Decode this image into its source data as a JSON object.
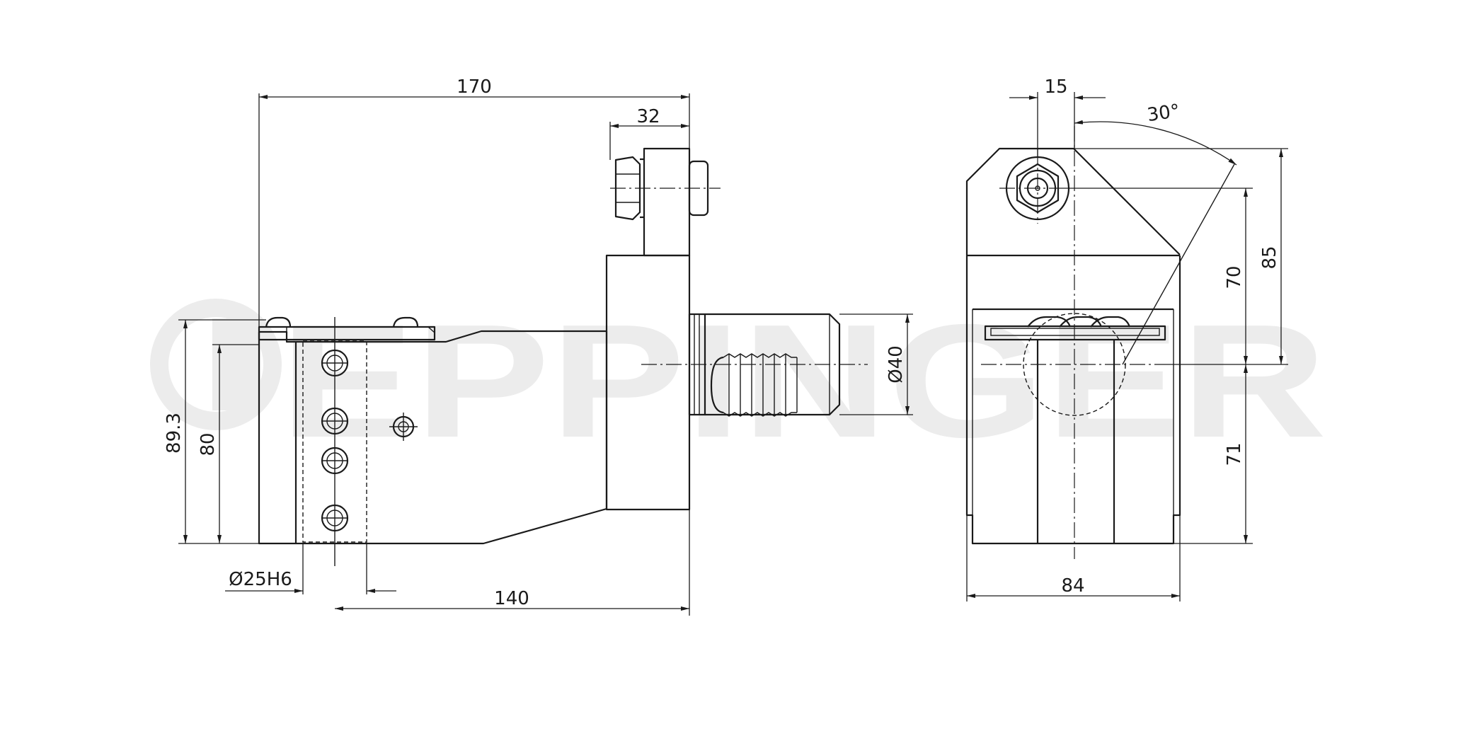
{
  "watermark": {
    "text": "EPPINGER",
    "color": "#ececec"
  },
  "side_view": {
    "dimensions": {
      "overall_length": "170",
      "flange_width": "32",
      "shaft_diameter": "Ø40",
      "height_total": "89.3",
      "height_center": "80",
      "bore_diameter": "Ø25H6",
      "body_length": "140"
    }
  },
  "front_view": {
    "dimensions": {
      "offset": "15",
      "angle": "30°",
      "height_top": "85",
      "height_upper": "70",
      "height_lower": "71",
      "width": "84"
    }
  },
  "colors": {
    "line": "#1a1a1a",
    "background": "#ffffff"
  }
}
